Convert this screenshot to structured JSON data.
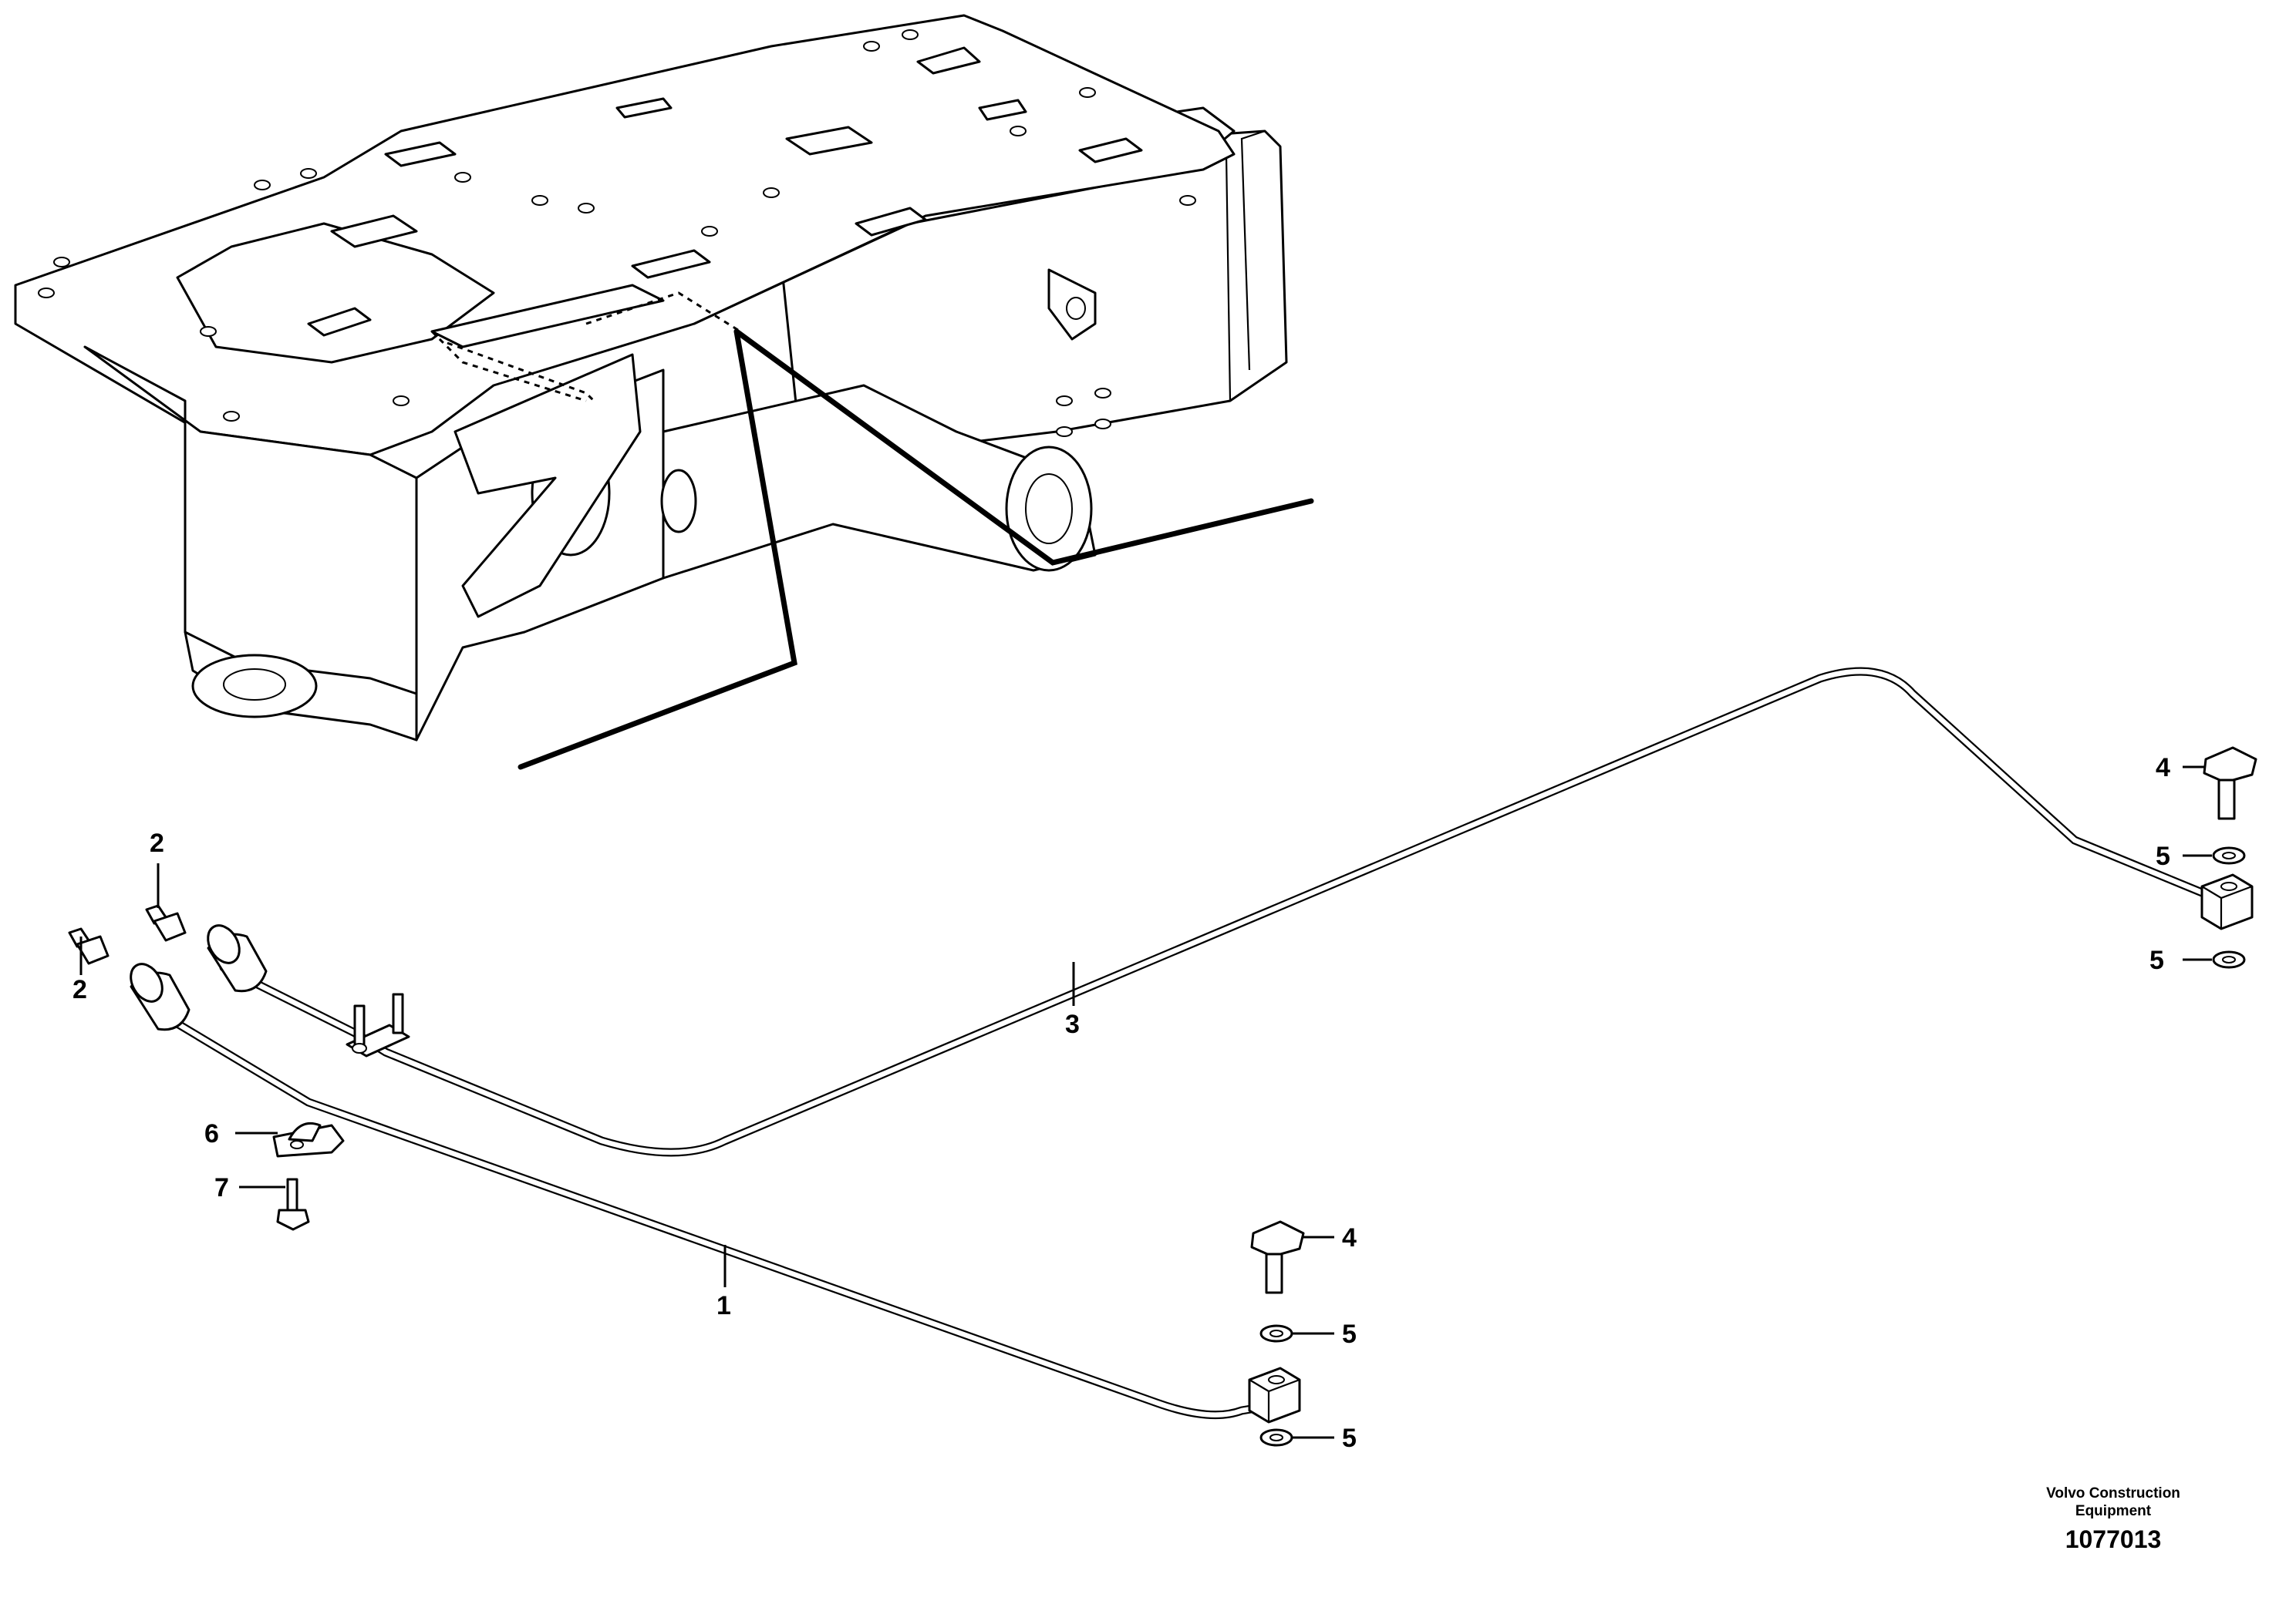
{
  "callouts": {
    "tube_1": "1",
    "sensor_2_upper": "2",
    "sensor_2_lower": "2",
    "tube_3": "3",
    "plug_4_right": "4",
    "plug_4_lower": "4",
    "washer_5_right_top": "5",
    "washer_5_right_bottom": "5",
    "washer_5_lower_top": "5",
    "washer_5_lower_bottom": "5",
    "clamp_6": "6",
    "screw_7": "7"
  },
  "title_block": {
    "maker_line1": "Volvo Construction",
    "maker_line2": "Equipment",
    "drawing_number": "1077013"
  }
}
